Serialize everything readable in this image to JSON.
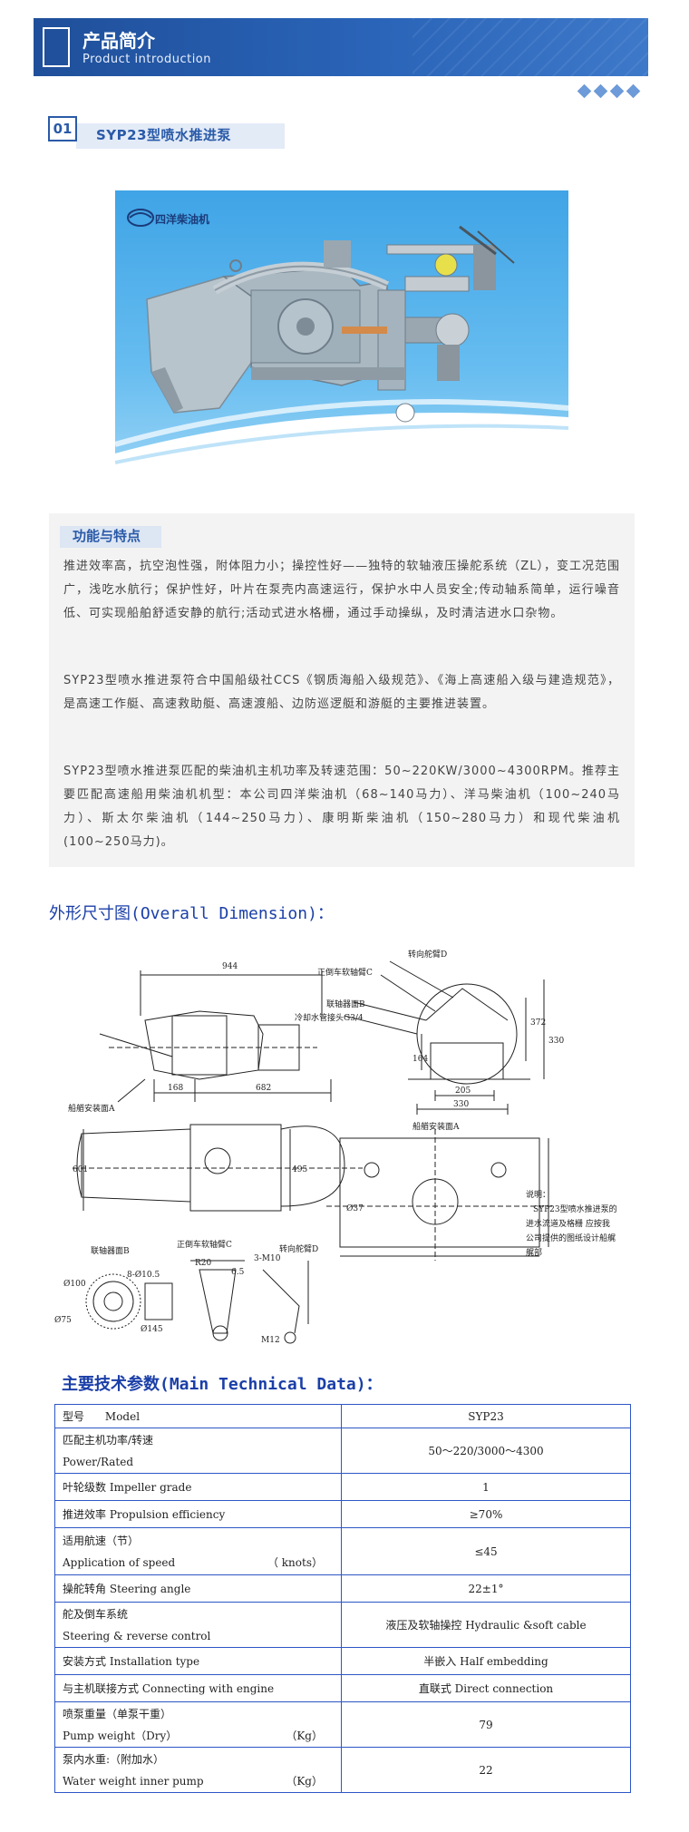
{
  "header": {
    "title": "产品简介",
    "subtitle": "Product introduction"
  },
  "section": {
    "number": "01",
    "title": "SYP23型喷水推进泵"
  },
  "photo": {
    "brand": "四洋柴油机"
  },
  "features": {
    "title": "功能与特点",
    "paragraphs": [
      "推进效率高，抗空泡性强，附体阻力小；操控性好——独特的软轴液压操舵系统（ZL），变工况范围广，浅吃水航行；保护性好，叶片在泵壳内高速运行，保护水中人员安全;传动轴系简单，运行噪音低、可实现船舶舒适安静的航行;活动式进水格栅，通过手动操纵，及时清洁进水口杂物。",
      "SYP23型喷水推进泵符合中国船级社CCS《钢质海船入级规范》、《海上高速船入级与建造规范》，是高速工作艇、高速救助艇、高速渡船、边防巡逻艇和游艇的主要推进装置。",
      "SYP23型喷水推进泵匹配的柴油机主机功率及转速范围：50~220KW/3000~4300RPM。推荐主要匹配高速船用柴油机机型：本公司四洋柴油机（68~140马力）、洋马柴油机（100~240马力）、斯太尔柴油机（144~250马力）、康明斯柴油机（150~280马力）和现代柴油机(100~250马力)。"
    ]
  },
  "dimension": {
    "title": "外形尺寸图(Overall Dimension)：",
    "labels": {
      "d944": "944",
      "d168": "168",
      "d682": "682",
      "d205": "205",
      "d330": "330",
      "d372": "372",
      "d330v": "330",
      "d164": "164",
      "d601": "601",
      "d495": "495",
      "dia37": "Ø37",
      "hull": "船艏安装面A",
      "hull2": "船艏安装面A",
      "steer": "转向舵臂D",
      "rev": "正倒车软轴臂C",
      "coupling": "联轴器面B",
      "cooling": "冷却水管接头G3/4",
      "coupling2": "联轴器面B",
      "rev2": "正倒车软轴臂C",
      "steer2": "转向舵臂D",
      "dia100": "Ø100",
      "holes": "8-Ø10.5",
      "dia75": "Ø75",
      "dia145": "Ø145",
      "r20": "R20",
      "d65": "6.5",
      "m10": "3-M10",
      "m12": "M12",
      "note1": "说明：",
      "note2": "SYP23型喷水推进泵的",
      "note3": "进水流道及格栅 应按我",
      "note4": "公司提供的图纸设计船艉",
      "note5": "艉部"
    }
  },
  "tech": {
    "title": "主要技术参数(Main Technical Data)：",
    "rows": [
      {
        "cn": "型号",
        "en": "Model",
        "value": "SYP23"
      },
      {
        "cn": "匹配主机功率/转速",
        "en": "Power/Rated",
        "value": "50～220/3000～4300"
      },
      {
        "cn": "叶轮级数",
        "en": "Impeller grade",
        "value": "1"
      },
      {
        "cn": "推进效率",
        "en": "Propulsion efficiency",
        "value": "≥70%"
      },
      {
        "cn": "适用航速（节）",
        "en": "Application of speed",
        "unit": "（ knots）",
        "value": "≤45"
      },
      {
        "cn": "操舵转角",
        "en": "Steering angle",
        "value": "22±1°"
      },
      {
        "cn": "舵及倒车系统",
        "en": "Steering & reverse control",
        "value": "液压及软轴操控 Hydraulic &soft cable"
      },
      {
        "cn": "安装方式",
        "en": "Installation type",
        "value": "半嵌入 Half embedding"
      },
      {
        "cn": "与主机联接方式",
        "en": "Connecting with engine",
        "value": "直联式 Direct connection"
      },
      {
        "cn": "喷泵重量（单泵干重）",
        "en": "Pump weight（Dry）",
        "unit": "（Kg）",
        "value": "79"
      },
      {
        "cn": "泵内水重:（附加水）",
        "en": "Water weight inner pump",
        "unit": "（Kg）",
        "value": "22"
      }
    ]
  }
}
